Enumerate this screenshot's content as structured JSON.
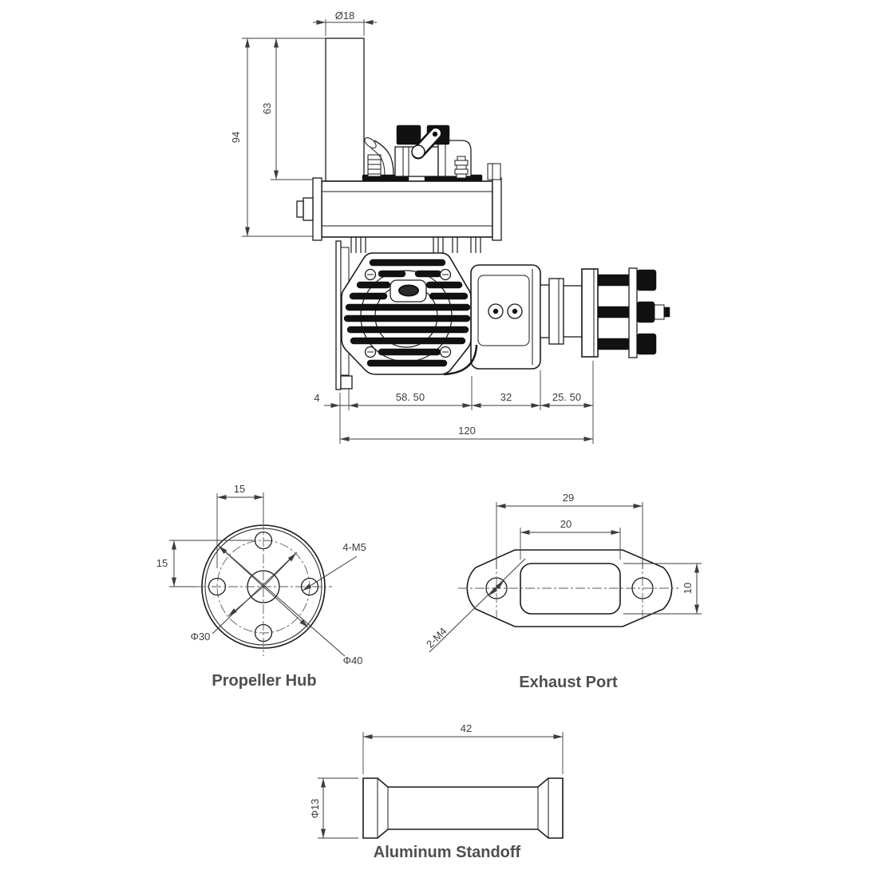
{
  "document": {
    "type": "engineering-drawing",
    "background": "#ffffff"
  },
  "colors": {
    "outline": "#1a1a1a",
    "dimension": "#3d3d3d",
    "title": "#4f4f4f"
  },
  "main_view": {
    "dim_stack_diameter": "Ø18",
    "dim_overall_height": "94",
    "dim_stack_height": "63",
    "dim_backplate_offset": "4",
    "dim_case_length": "58. 50",
    "dim_drive_length": "32",
    "dim_hub_length": "25. 50",
    "dim_total_length": "120"
  },
  "propeller_hub": {
    "title": "Propeller Hub",
    "dim_hole_offset_x": "15",
    "dim_hole_offset_y": "15",
    "dim_bolt_holes": "4-M5",
    "dim_bolt_circle": "Φ30",
    "dim_outer_diameter": "Φ40"
  },
  "exhaust_port": {
    "title": "Exhaust Port",
    "dim_hole_spacing": "29",
    "dim_port_width": "20",
    "dim_port_height": "10",
    "dim_mount_holes": "2-M4"
  },
  "standoff": {
    "title": "Aluminum Standoff",
    "dim_length": "42",
    "dim_diameter": "Φ13"
  }
}
